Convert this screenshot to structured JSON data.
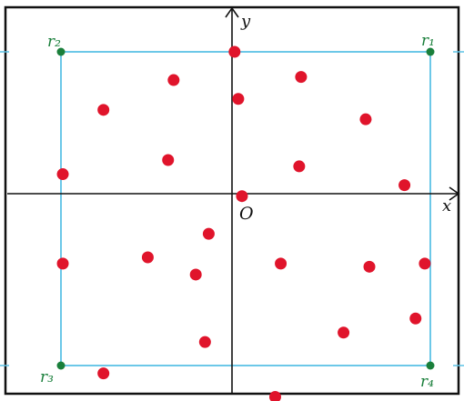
{
  "labels": {
    "x_axis": "x",
    "y_axis": "y",
    "origin": "O"
  },
  "colors": {
    "axis": "#111111",
    "frame": "#111111",
    "rectangle": "#5cc2e6",
    "corner": "#1a7f3b",
    "point": "#e0142b"
  },
  "corners": [
    {
      "id": "r1",
      "label": "r₁",
      "x": 1,
      "y": 1
    },
    {
      "id": "r2",
      "label": "r₂",
      "x": -1,
      "y": 1
    },
    {
      "id": "r3",
      "label": "r₃",
      "x": -1,
      "y": -1
    },
    {
      "id": "r4",
      "label": "r₄",
      "x": 1,
      "y": -1
    }
  ],
  "points": [
    [
      -0.06,
      1.0
    ],
    [
      -0.39,
      0.82
    ],
    [
      0.3,
      0.84
    ],
    [
      -0.77,
      0.63
    ],
    [
      -0.04,
      0.7
    ],
    [
      0.65,
      0.57
    ],
    [
      -0.42,
      0.31
    ],
    [
      0.29,
      0.27
    ],
    [
      -0.99,
      0.22
    ],
    [
      0.86,
      0.15
    ],
    [
      -0.02,
      0.08
    ],
    [
      -0.2,
      -0.16
    ],
    [
      -0.53,
      -0.31
    ],
    [
      -0.99,
      -0.35
    ],
    [
      0.19,
      -0.35
    ],
    [
      0.67,
      -0.37
    ],
    [
      0.97,
      -0.35
    ],
    [
      -0.27,
      -0.42
    ],
    [
      0.92,
      -0.7
    ],
    [
      0.53,
      -0.79
    ],
    [
      -0.22,
      -0.85
    ],
    [
      -0.77,
      -1.05
    ],
    [
      0.16,
      -1.2
    ]
  ]
}
